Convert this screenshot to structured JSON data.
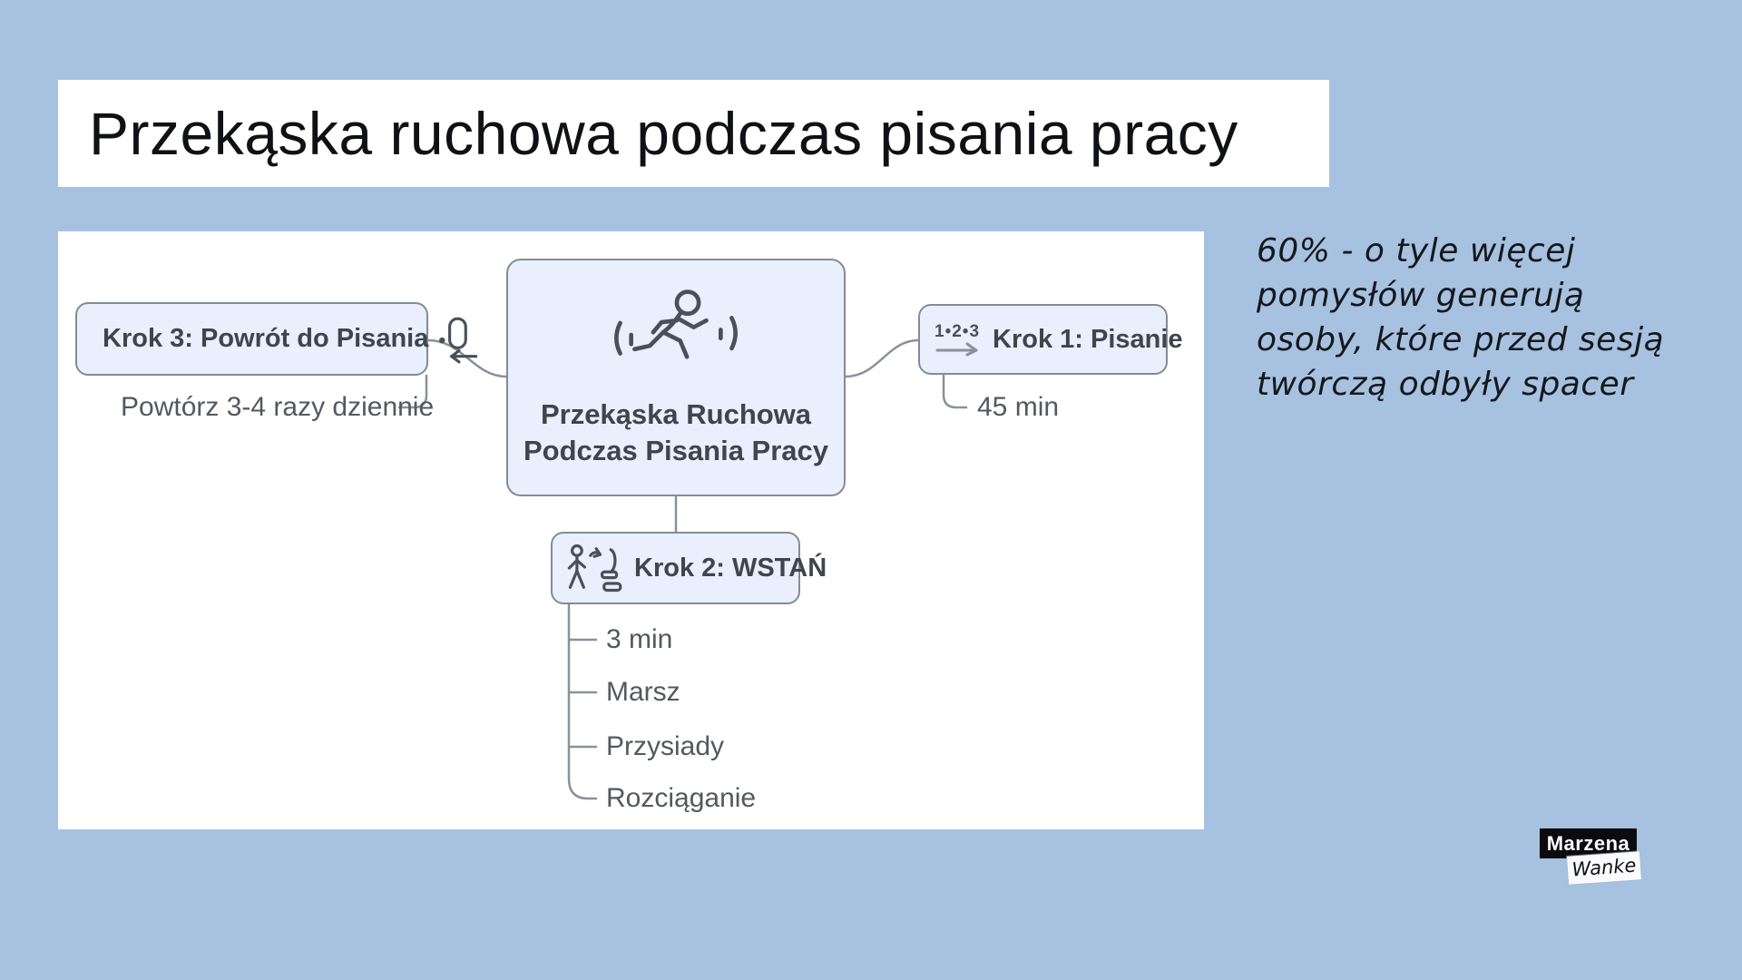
{
  "slide": {
    "title": "Przekąska ruchowa podczas pisania pracy"
  },
  "diagram": {
    "central": {
      "line1": "Przekąska Ruchowa",
      "line2": "Podczas Pisania Pracy",
      "icon": "running-person-icon"
    },
    "krok1": {
      "label": "Krok 1: Pisanie",
      "icon": "numbered-steps-arrow-icon",
      "icon_text": "1•2•3",
      "child": "45 min"
    },
    "krok2": {
      "label": "Krok 2: WSTAŃ",
      "icon": "stand-up-from-chair-icon",
      "children": [
        "3 min",
        "Marsz",
        "Przysiady",
        "Rozciąganie"
      ]
    },
    "krok3": {
      "label": "Krok 3: Powrót do Pisania",
      "icon": "return-arrow-icon",
      "child": "Powtórz 3-4 razy dziennie"
    }
  },
  "note": {
    "text": "60%  - o tyle więcej\npomysłów generują\nosoby, które przed sesją\ntwórczą odbyły spacer"
  },
  "logo": {
    "name_top": "Marzena",
    "name_bottom": "Wanke"
  },
  "colors": {
    "background": "#a7c2e0",
    "panel": "#ffffff",
    "node_fill": "#e9effc",
    "node_border": "#858b95",
    "node_text": "#3f444d",
    "connector": "#8b9199",
    "child_text": "#54585f"
  }
}
